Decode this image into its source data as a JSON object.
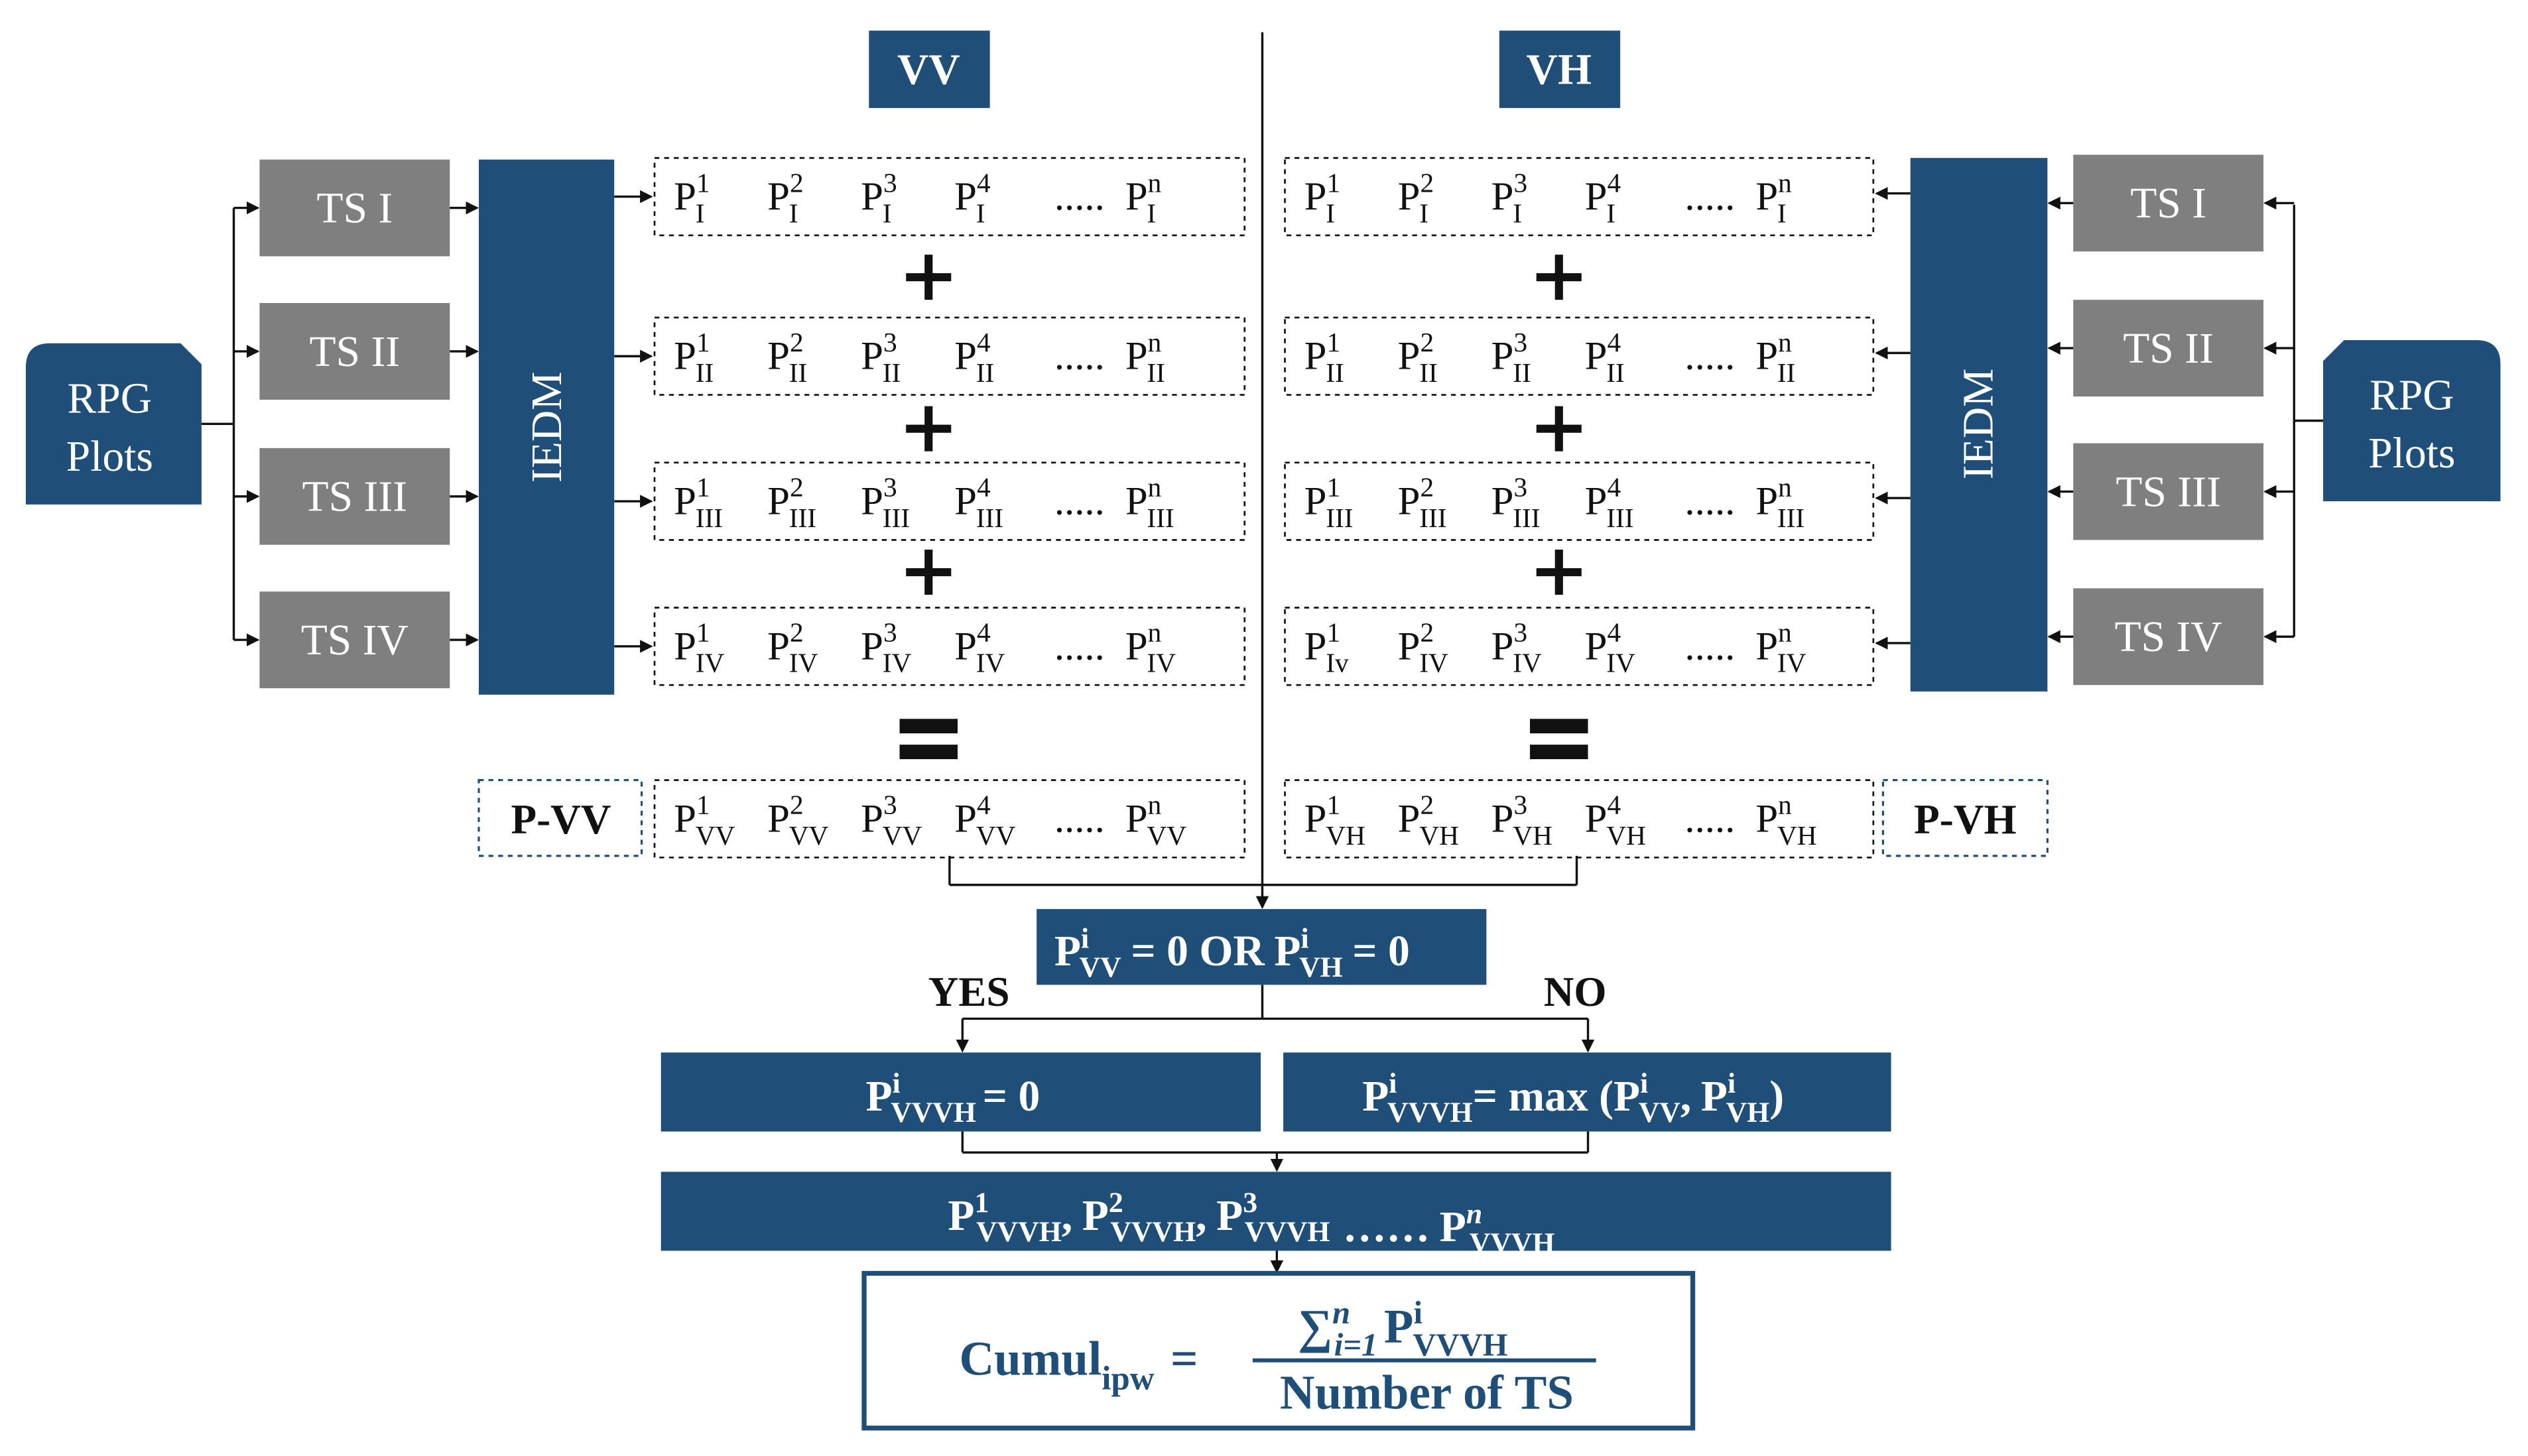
{
  "headers": {
    "vv": "VV",
    "vh": "VH"
  },
  "source": {
    "line1": "RPG",
    "line2": "Plots"
  },
  "ts_boxes": [
    "TS I",
    "TS II",
    "TS III",
    "TS IV"
  ],
  "model_label": "IEDM",
  "rows_vv": [
    {
      "sub": "I",
      "items": [
        "1",
        "2",
        "3",
        "4"
      ],
      "dots": ".....",
      "last": "n"
    },
    {
      "sub": "II",
      "items": [
        "1",
        "2",
        "3",
        "4"
      ],
      "dots": ".....",
      "last": "n"
    },
    {
      "sub": "III",
      "items": [
        "1",
        "2",
        "3",
        "4"
      ],
      "dots": ".....",
      "last": "n"
    },
    {
      "sub": "IV",
      "items": [
        "1",
        "2",
        "3",
        "4"
      ],
      "dots": ".....",
      "last": "n"
    }
  ],
  "rows_vh": [
    {
      "sub": "I",
      "subs": [
        "I",
        "I",
        "I",
        "I",
        "I"
      ],
      "items": [
        "1",
        "2",
        "3",
        "4"
      ],
      "dots": ".....",
      "last": "n"
    },
    {
      "sub": "II",
      "subs": [
        "II",
        "II",
        "II",
        "II",
        "II"
      ],
      "items": [
        "1",
        "2",
        "3",
        "4"
      ],
      "dots": ".....",
      "last": "n"
    },
    {
      "sub": "III",
      "subs": [
        "III",
        "III",
        "III",
        "III",
        "III"
      ],
      "items": [
        "1",
        "2",
        "3",
        "4"
      ],
      "dots": ".....",
      "last": "n"
    },
    {
      "sub": "IV",
      "subs": [
        "Iv",
        "IV",
        "IV",
        "IV",
        "IV"
      ],
      "items": [
        "1",
        "2",
        "3",
        "4"
      ],
      "dots": ".....",
      "last": "n"
    }
  ],
  "ops": {
    "plus": "+",
    "equals": "="
  },
  "result_vv": {
    "label": "P-VV",
    "sub": "VV",
    "items": [
      "1",
      "2",
      "3",
      "4"
    ],
    "dots": ".....",
    "last": "n"
  },
  "result_vh": {
    "label": "P-VH",
    "sub": "VH",
    "items": [
      "1",
      "2",
      "3",
      "4"
    ],
    "dots": ".....",
    "last": "n"
  },
  "p_letter": "P",
  "decision": {
    "cond_sup": "i",
    "cond_sub_vv": "VV",
    "cond_eq": "= 0 OR",
    "cond_sub_vh": "VH",
    "cond_eq2": "= 0",
    "yes": "YES",
    "no": "NO"
  },
  "yes_box": {
    "sub": "VVVH",
    "sup": "i",
    "text": "= 0"
  },
  "no_box": {
    "sub": "VVVH",
    "sup": "i",
    "text": "= max (",
    "sub_vv": "VV",
    "comma": ",",
    "sub_vh": "VH",
    "close": ")"
  },
  "series_box": {
    "sub": "VVVH",
    "sups": [
      "1",
      "2",
      "3",
      "n"
    ],
    "dots": "……"
  },
  "final": {
    "lhs": "Cumul",
    "lhs_sub": "ipw",
    "eq": "=",
    "sum": "∑",
    "sum_sub": "i=1",
    "sum_sup": "n",
    "num_sub": "VVVH",
    "num_sup": "i",
    "denominator": "Number of TS"
  }
}
